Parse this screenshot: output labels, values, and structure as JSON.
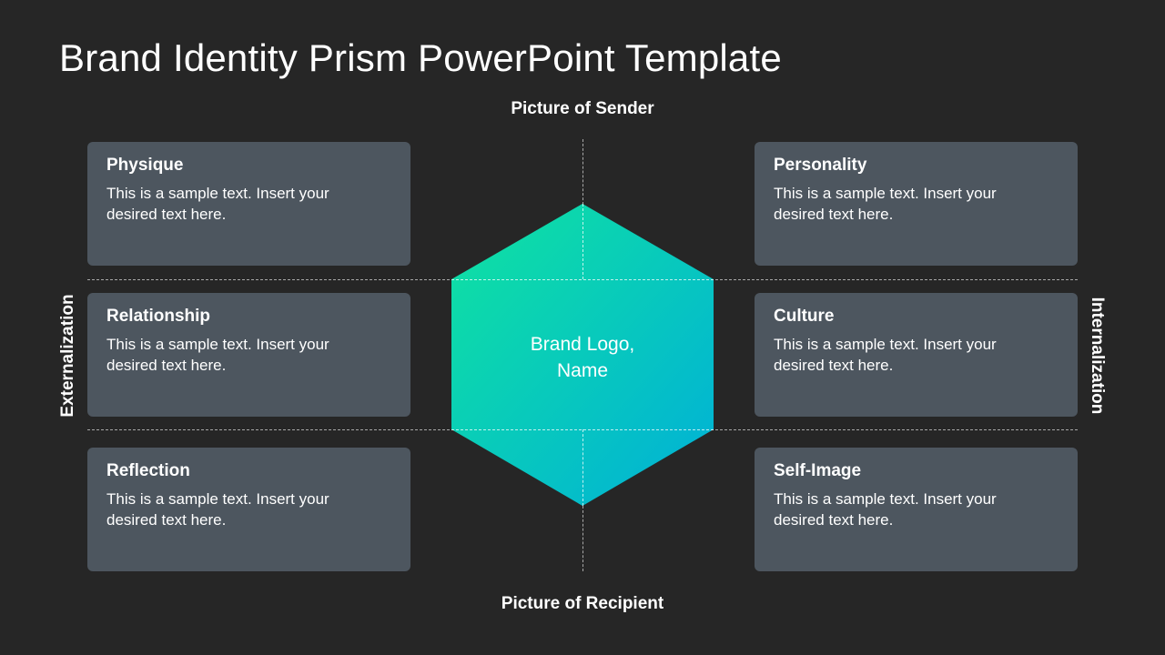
{
  "slide": {
    "title": "Brand Identity Prism PowerPoint Template",
    "axis": {
      "top": "Picture of Sender",
      "bottom": "Picture of Recipient",
      "left": "Externalization",
      "right": "Internalization"
    },
    "center": {
      "label": "Brand Logo,\nName",
      "gradient_start": "#10e3a0",
      "gradient_end": "#00b0d8"
    },
    "cards": [
      {
        "title": "Physique",
        "text": "This is a sample text. Insert your desired text here."
      },
      {
        "title": "Personality",
        "text": "This is a sample text. Insert your desired text here."
      },
      {
        "title": "Relationship",
        "text": "This is a sample text. Insert your desired text here."
      },
      {
        "title": "Culture",
        "text": "This is a sample text. Insert your desired text here."
      },
      {
        "title": "Reflection",
        "text": "This is a sample text. Insert your desired text here."
      },
      {
        "title": "Self-Image",
        "text": "This is a sample text. Insert your desired text here."
      }
    ],
    "colors": {
      "background": "#262626",
      "card": "#4d565f",
      "dash": "#a8a8a8"
    }
  }
}
